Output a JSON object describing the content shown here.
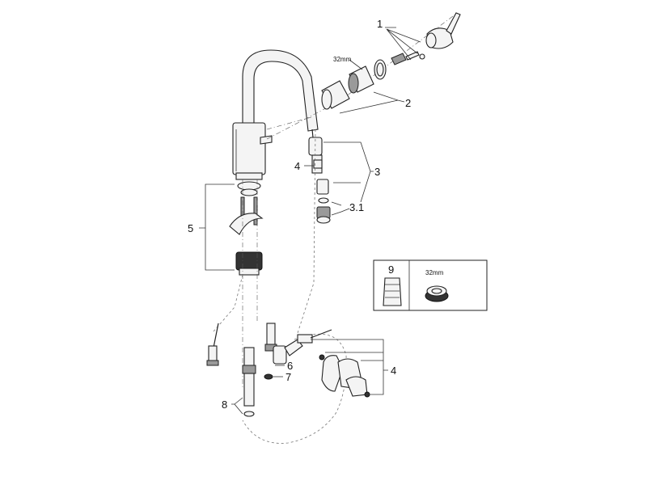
{
  "callouts": {
    "c1": "1",
    "c2": "2",
    "c3": "3",
    "c3_1": "3.1",
    "c4_top": "4",
    "c4_bottom": "4",
    "c5": "5",
    "c6": "6",
    "c7": "7",
    "c8": "8",
    "c9": "9"
  },
  "dimension_labels": {
    "top": "32mm",
    "inset": "32mm"
  }
}
